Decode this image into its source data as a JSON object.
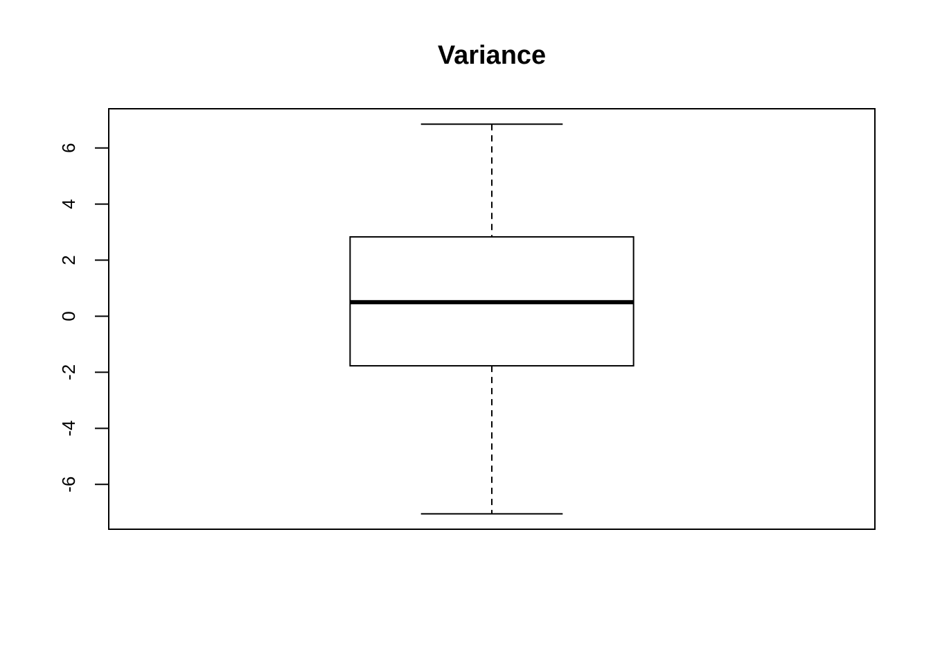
{
  "chart_data": {
    "type": "box",
    "title": "Variance",
    "xlabel": "",
    "ylabel": "",
    "ylim": [
      -7.6,
      7.4
    ],
    "yticks": [
      -6,
      -4,
      -2,
      0,
      2,
      4,
      6
    ],
    "ytick_labels": [
      "-6",
      "-4",
      "-2",
      "0",
      "2",
      "4",
      "6"
    ],
    "boxes": [
      {
        "whisker_low": -7.05,
        "q1": -1.77,
        "median": 0.5,
        "q3": 2.83,
        "whisker_high": 6.85
      }
    ],
    "grid": false,
    "legend": "none",
    "colors": {
      "stroke": "#000000",
      "background": "#ffffff"
    }
  }
}
